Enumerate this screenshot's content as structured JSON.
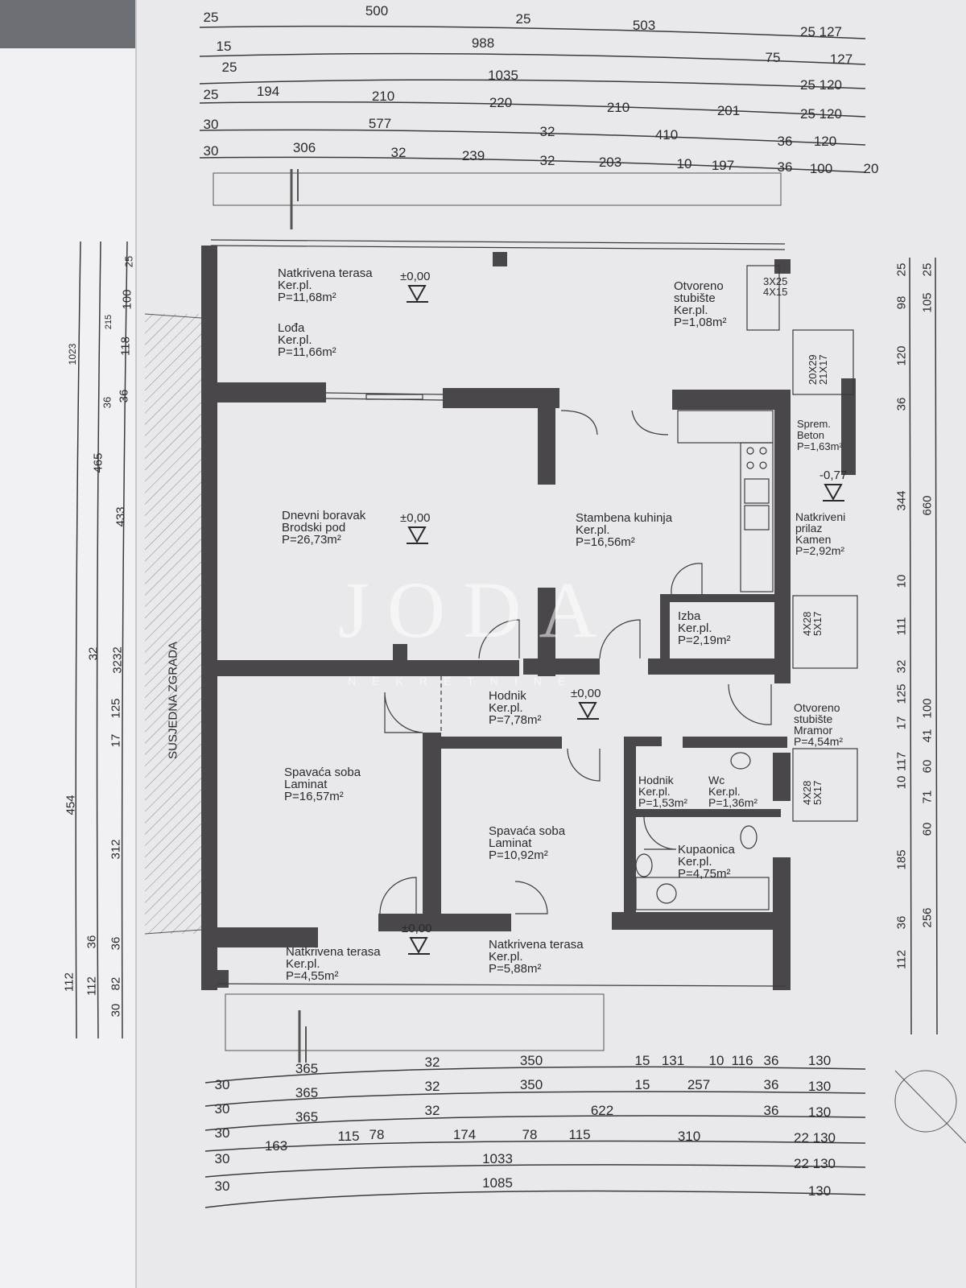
{
  "dimensions": {
    "top": [
      [
        "25",
        "500",
        "25",
        "503",
        "25 127"
      ],
      [
        "15",
        "988",
        "75",
        "127"
      ],
      [
        "25",
        "1035",
        "25 120"
      ],
      [
        "25",
        "194",
        "210",
        "220",
        "210",
        "201",
        "25 120"
      ],
      [
        "30",
        "577",
        "32",
        "410",
        "36",
        "120"
      ],
      [
        "30",
        "306",
        "32",
        "239",
        "32",
        "203",
        "10",
        "197",
        "36",
        "100",
        "20"
      ]
    ],
    "bottom": [
      [
        "365",
        "32",
        "350",
        "15",
        "131",
        "10",
        "116",
        "36",
        "130"
      ],
      [
        "30",
        "365",
        "32",
        "350",
        "15",
        "257",
        "36",
        "130"
      ],
      [
        "30",
        "365",
        "32",
        "622",
        "36",
        "130"
      ],
      [
        "30",
        "163",
        "115",
        "78",
        "174",
        "78",
        "115",
        "310",
        "22 130"
      ],
      [
        "30",
        "1033",
        "22 130"
      ],
      [
        "30",
        "1085",
        "130"
      ]
    ],
    "left": [
      [
        "1023",
        "454",
        "112"
      ],
      [
        "215",
        "36",
        "465",
        "32",
        "36",
        "112"
      ],
      [
        "25",
        "100",
        "118",
        "36",
        "433",
        "3232",
        "125",
        "17",
        "312",
        "36",
        "82",
        "30"
      ]
    ],
    "right": [
      [
        "25",
        "98",
        "120",
        "36",
        "344",
        "10",
        "111",
        "32",
        "125",
        "17",
        "117",
        "10",
        "185",
        "36",
        "112"
      ],
      [
        "25",
        "105",
        "660",
        "100",
        "41",
        "60",
        "71",
        "60",
        "256"
      ]
    ]
  },
  "rooms": [
    {
      "name": "Natkrivena terasa",
      "floor": "Ker.pl.",
      "area": "P=11,68m²"
    },
    {
      "name": "Lođa",
      "floor": "Ker.pl.",
      "area": "P=11,66m²"
    },
    {
      "name": "Otvoreno stubište",
      "floor": "Ker.pl.",
      "area": "P=1,08m²"
    },
    {
      "name": "Dnevni boravak",
      "floor": "Brodski pod",
      "area": "P=26,73m²"
    },
    {
      "name": "Stambena kuhinja",
      "floor": "Ker.pl.",
      "area": "P=16,56m²"
    },
    {
      "name": "Sprem.",
      "floor": "Beton",
      "area": "P=1,63m²"
    },
    {
      "name": "Natkriveni prilaz",
      "floor": "Kamen",
      "area": "P=2,92m²"
    },
    {
      "name": "Izba",
      "floor": "Ker.pl.",
      "area": "P=2,19m²"
    },
    {
      "name": "Hodnik",
      "floor": "Ker.pl.",
      "area": "P=7,78m²"
    },
    {
      "name": "Otvoreno stubište",
      "floor": "Mramor",
      "area": "P=4,54m²"
    },
    {
      "name": "Spavaća soba",
      "floor": "Laminat",
      "area": "P=16,57m²"
    },
    {
      "name": "Spavaća soba",
      "floor": "Laminat",
      "area": "P=10,92m²"
    },
    {
      "name": "Hodnik",
      "floor": "Ker.pl.",
      "area": "P=1,53m²"
    },
    {
      "name": "Wc",
      "floor": "Ker.pl.",
      "area": "P=1,36m²"
    },
    {
      "name": "Kupaonica",
      "floor": "Ker.pl.",
      "area": "P=4,75m²"
    },
    {
      "name": "Natkrivena terasa",
      "floor": "Ker.pl.",
      "area": "P=4,55m²"
    },
    {
      "name": "Natkrivena terasa",
      "floor": "Ker.pl.",
      "area": "P=5,88m²"
    }
  ],
  "levels": [
    "±0,00",
    "±0,00",
    "±0,00",
    "±0,00",
    "-0,77"
  ],
  "stairs": [
    [
      "3X25",
      "4X15"
    ],
    [
      "20X29",
      "21X17"
    ],
    [
      "4X28",
      "5X17"
    ],
    [
      "4X28",
      "5X17"
    ]
  ],
  "neighbour_label": "SUSJEDNA ZGRADA",
  "watermark": {
    "logo": "JODA",
    "sub": "NEKRETNINE"
  },
  "colors": {
    "wall": "#4a474b",
    "paper": "#e9e9ec",
    "line": "#3a3a3e"
  }
}
